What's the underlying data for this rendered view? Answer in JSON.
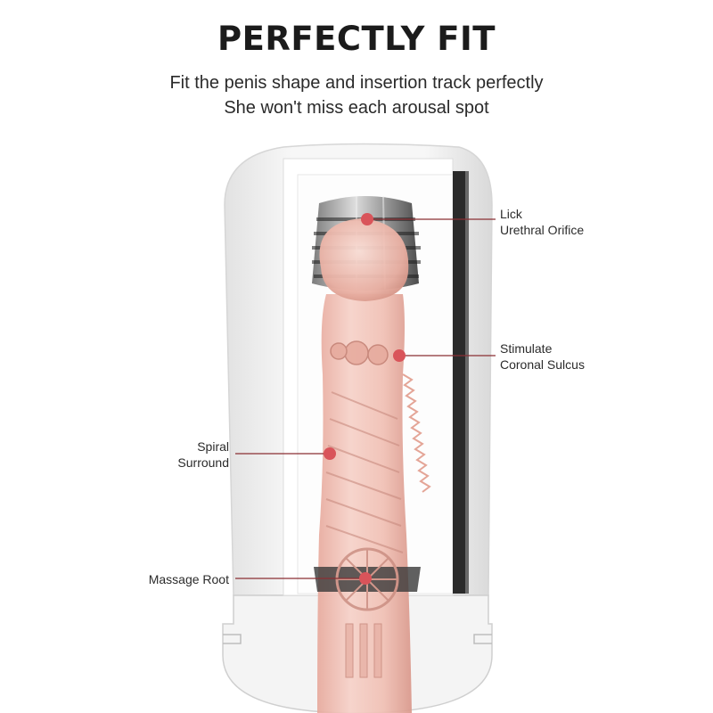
{
  "header": {
    "title": "PERFECTLY FIT",
    "subtitle_line1": "Fit the penis shape and insertion track perfectly",
    "subtitle_line2": "She won't miss each arousal spot"
  },
  "callouts": {
    "lick": {
      "line1": "Lick",
      "line2": "Urethral Orifice"
    },
    "stimulate": {
      "line1": "Stimulate",
      "line2": "Coronal Sulcus"
    },
    "spiral": {
      "line1": "Spiral",
      "line2": "Surround"
    },
    "massage": {
      "line1": "Massage Root"
    }
  },
  "colors": {
    "marker": "#d9545a",
    "leader_line": "#8a2f33",
    "skin": "#f2c2b8",
    "sleeve": "#f1f1f1"
  }
}
